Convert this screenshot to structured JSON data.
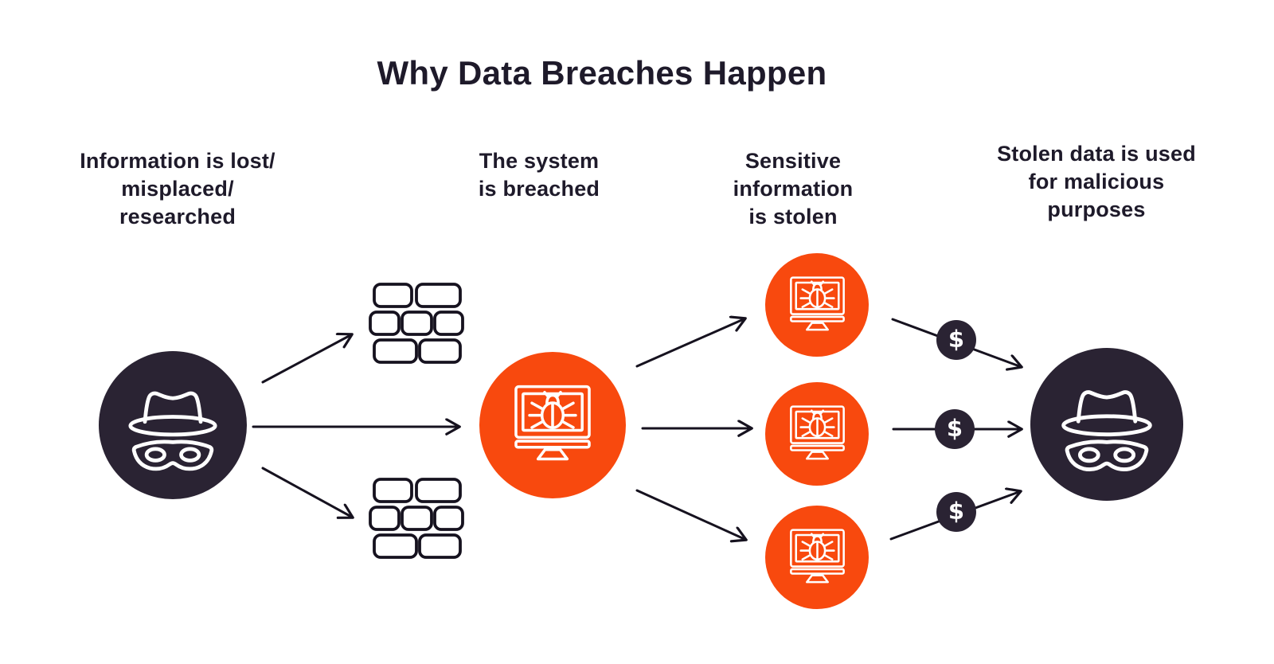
{
  "title": "Why Data Breaches Happen",
  "colors": {
    "background": "#ffffff",
    "dark": "#2a2333",
    "orange": "#f8490e",
    "line": "#16121f",
    "text": "#1e1a2a",
    "icon_stroke": "#ffffff",
    "brick_fill": "#ffffff"
  },
  "steps": [
    {
      "label": "Information is lost/\nmisplaced/\nresearched"
    },
    {
      "label": "The system\nis breached"
    },
    {
      "label": "Sensitive\ninformation\nis stolen"
    },
    {
      "label": "Stolen data is used\nfor malicious\npurposes"
    }
  ],
  "nodes": {
    "attacker_left": {
      "icon": "incognito-spy-icon"
    },
    "barrier_top": {
      "icon": "brick-wall-icon"
    },
    "barrier_bottom": {
      "icon": "brick-wall-icon"
    },
    "breached_system": {
      "icon": "monitor-bug-icon"
    },
    "stolen_info_1": {
      "icon": "monitor-bug-icon"
    },
    "stolen_info_2": {
      "icon": "monitor-bug-icon"
    },
    "stolen_info_3": {
      "icon": "monitor-bug-icon"
    },
    "money_1": {
      "icon": "dollar-coin-icon",
      "symbol": "$"
    },
    "money_2": {
      "icon": "dollar-coin-icon",
      "symbol": "$"
    },
    "money_3": {
      "icon": "dollar-coin-icon",
      "symbol": "$"
    },
    "attacker_right": {
      "icon": "incognito-spy-icon"
    }
  }
}
